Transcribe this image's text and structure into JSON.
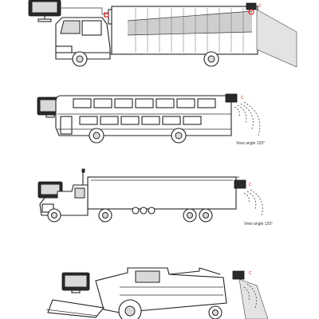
{
  "scenes": [
    {
      "vehicle": "box-truck",
      "camera_label": "C"
    },
    {
      "vehicle": "double-deck-bus",
      "camera_label": "C",
      "view_angle": "View angle 120°"
    },
    {
      "vehicle": "semi-truck",
      "camera_label": "C",
      "view_angle": "View angle 120°"
    },
    {
      "vehicle": "combine-harvester",
      "camera_label": "C"
    }
  ],
  "colors": {
    "line": "#222222",
    "accent": "#d21f1f",
    "shade": "#d9d9d9"
  }
}
